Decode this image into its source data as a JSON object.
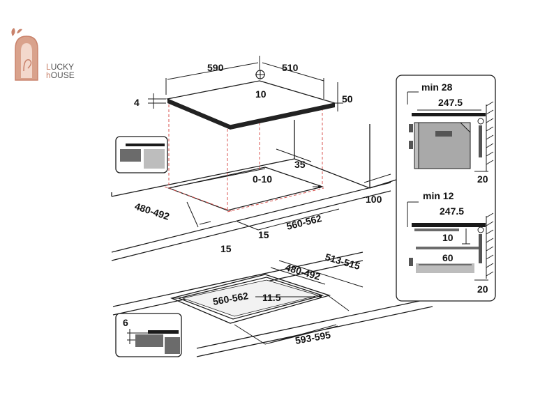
{
  "logo": {
    "line1_initial": "L",
    "line1_rest": "UCKY",
    "line2_initial": "h",
    "line2_rest": "OUSE"
  },
  "top_view": {
    "width": "590",
    "depth": "510",
    "thickness": "4",
    "total_height": "50",
    "center_mark": "10",
    "cutout_offset": "35",
    "front_gap": "0-10",
    "back_clearance": "100",
    "cutout_depth": "480-492",
    "cutout_width": "560-562",
    "side_gap_a": "15",
    "side_gap_b": "15"
  },
  "flush_view": {
    "outer_depth": "513-515",
    "cutout_depth": "480-492",
    "cutout_width": "560-562",
    "rebate": "11.5",
    "outer_width": "593-595",
    "rebate_depth": "6"
  },
  "panel_oven": {
    "min_label": "min 28",
    "gap": "247.5",
    "wall": "20"
  },
  "panel_drawer": {
    "min_label": "min 12",
    "gap": "247.5",
    "drawer_gap": "10",
    "drawer_depth": "60",
    "wall": "20"
  }
}
